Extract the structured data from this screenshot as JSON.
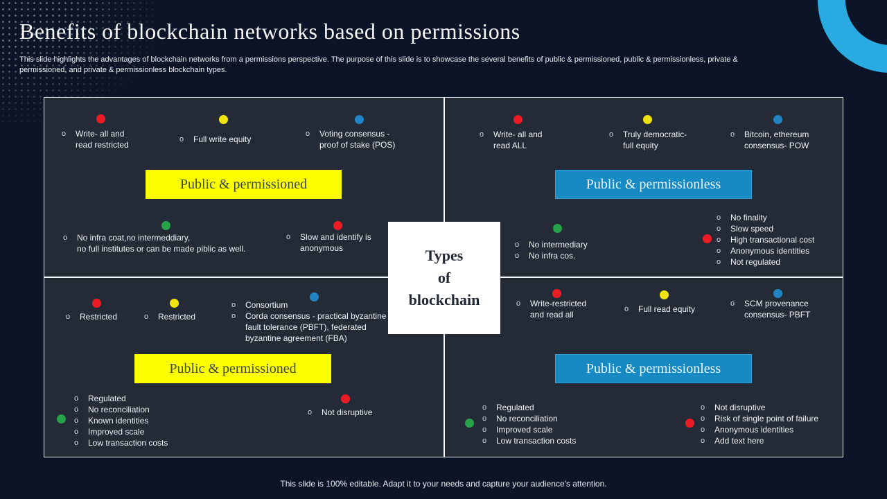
{
  "slide": {
    "title": "Benefits of blockchain networks based on permissions",
    "subtitle": "This slide highlights the advantages of blockchain networks from a permissions perspective. The purpose of this slide is to showcase the several benefits of public & permissioned, public & permissionless, private &\npermissioned, and private & permissionless blockchain types.",
    "footer": "This slide is 100% editable. Adapt it to your needs and capture your audience's attention."
  },
  "center_box": {
    "label": "Types\nof\nblockchain"
  },
  "ui": {
    "bullet_marker": "o"
  },
  "colors": {
    "background": "#0B1527",
    "panel": "#242B37",
    "divider": "#F3F5F7",
    "ring": "#29ABE2",
    "dot_red": "#ED1C24",
    "dot_yellow": "#EFE410",
    "dot_blue": "#2185C5",
    "dot_green": "#27A24B",
    "banner_yellow": "#FBFF00",
    "banner_blue": "#1789C3"
  },
  "quadrants": [
    {
      "name": "top-left",
      "banner": "Public & permissioned",
      "items": [
        {
          "dot": "red",
          "bullets": [
            "Write- all and\nread restricted"
          ]
        },
        {
          "dot": "yellow",
          "bullets": [
            "Full write equity"
          ]
        },
        {
          "dot": "blue",
          "bullets": [
            "Voting consensus -\nproof of stake (POS)"
          ]
        },
        {
          "dot": "green",
          "bullets": [
            "No infra coat,no intermeddiary,\nno full  institutes or can be made piblic as well."
          ]
        },
        {
          "dot": "red",
          "bullets": [
            "Slow and identify is\nanonymous"
          ]
        }
      ]
    },
    {
      "name": "top-right",
      "banner": "Public & permissionless",
      "items": [
        {
          "dot": "red",
          "bullets": [
            "Write- all and\nread ALL"
          ]
        },
        {
          "dot": "yellow",
          "bullets": [
            "Truly democratic-\nfull equity"
          ]
        },
        {
          "dot": "blue",
          "bullets": [
            "Bitcoin, ethereum\nconsensus- POW"
          ]
        },
        {
          "dot": "green",
          "bullets": [
            "No intermediary",
            "No infra cos."
          ]
        },
        {
          "dot": "red",
          "bullets": [
            "No finality",
            "Slow speed",
            "High transactional cost",
            "Anonymous identities",
            "Not regulated"
          ]
        }
      ]
    },
    {
      "name": "bottom-left",
      "banner": "Public & permissioned",
      "items": [
        {
          "dot": "red",
          "bullets": [
            "Restricted"
          ]
        },
        {
          "dot": "yellow",
          "bullets": [
            "Restricted"
          ]
        },
        {
          "dot": "blue",
          "bullets": [
            "Consortium",
            "Corda consensus - practical byzantine\nfault tolerance (PBFT), federated\nbyzantine agreement (FBA)"
          ]
        },
        {
          "dot": "green",
          "bullets": [
            "Regulated",
            "No reconciliation",
            "Known identities",
            "Improved  scale",
            "Low transaction costs"
          ]
        },
        {
          "dot": "red",
          "bullets": [
            "Not disruptive"
          ]
        }
      ]
    },
    {
      "name": "bottom-right",
      "banner": "Public & permissionless",
      "items": [
        {
          "dot": "red",
          "bullets": [
            "Write-restricted\nand read all"
          ]
        },
        {
          "dot": "yellow",
          "bullets": [
            "Full read equity"
          ]
        },
        {
          "dot": "blue",
          "bullets": [
            "SCM provenance\nconsensus- PBFT"
          ]
        },
        {
          "dot": "green",
          "bullets": [
            "Regulated",
            "No reconciliation",
            "Improved  scale",
            "Low transaction costs"
          ]
        },
        {
          "dot": "red",
          "bullets": [
            "Not disruptive",
            "Risk of single point of failure",
            "Anonymous identities",
            "Add text here"
          ]
        }
      ]
    }
  ]
}
